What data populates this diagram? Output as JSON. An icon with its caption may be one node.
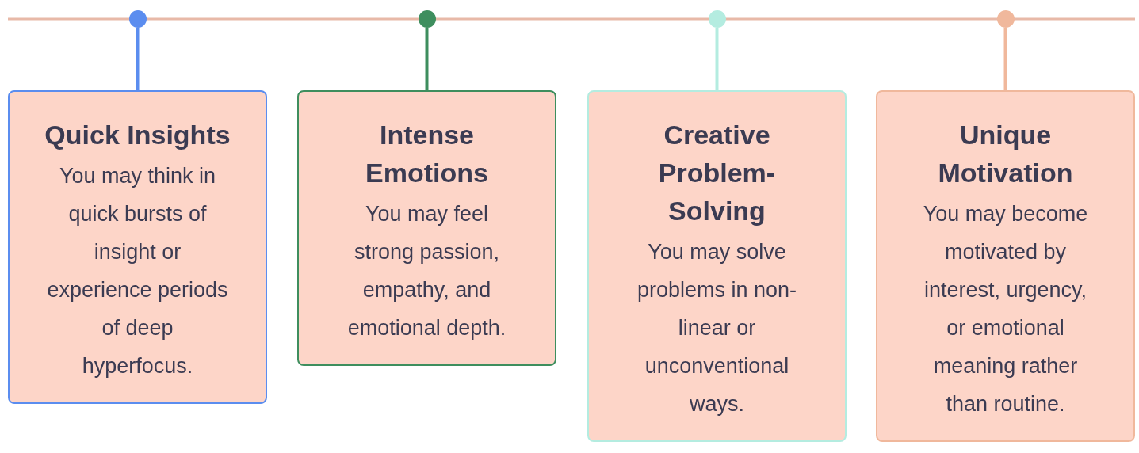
{
  "diagram": {
    "nodes": [
      {
        "text": [],
        "shape": "circle"
      },
      {
        "text": [],
        "shape": "circle"
      },
      {
        "text": [],
        "shape": "circle"
      },
      {
        "text": [],
        "shape": "circle"
      },
      {
        "text": [
          "Quick Insights",
          "You may think in quick bursts of insight or experience periods of deep hyperfocus."
        ]
      },
      {
        "text": [
          "Intense Emotions",
          "You may feel strong passion, empathy, and emotional depth."
        ]
      },
      {
        "text": [
          "Creative Problem-Solving",
          "You may solve problems in non-linear or unconventional ways."
        ]
      },
      {
        "text": [
          "Unique Motivation",
          "You may become motivated by interest, urgency, or emotional meaning rather than routine."
        ]
      }
    ],
    "edges": [
      {
        "from": 0,
        "to": 4,
        "arrow": "none",
        "color": "#5b8def"
      },
      {
        "from": 1,
        "to": 5,
        "arrow": "none",
        "color": "#3e8e5e"
      },
      {
        "from": 2,
        "to": 6,
        "arrow": "none",
        "color": "#b4ece0"
      },
      {
        "from": 3,
        "to": 7,
        "arrow": "none",
        "color": "#f0b89c"
      }
    ]
  }
}
